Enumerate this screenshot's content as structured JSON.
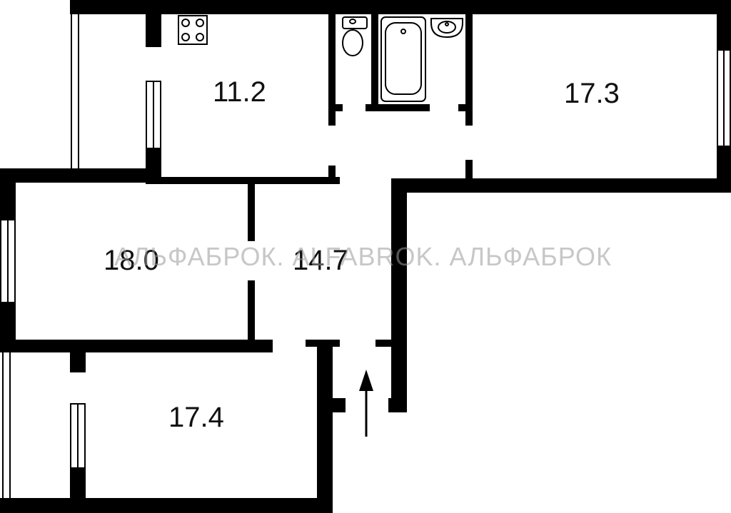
{
  "rooms": [
    {
      "id": "kitchen",
      "label": "11.2"
    },
    {
      "id": "room-right",
      "label": "17.3"
    },
    {
      "id": "room-left",
      "label": "18.0"
    },
    {
      "id": "hall",
      "label": "14.7"
    },
    {
      "id": "room-bottom",
      "label": "17.4"
    }
  ],
  "watermark": {
    "text": "АЛЬФАБРОК. ALFABROK. АЛЬФАБРОК"
  },
  "colors": {
    "wall": "#000000",
    "background": "#ffffff",
    "watermark": "#9a9a9a"
  },
  "icons": [
    "stove-icon",
    "toilet-icon",
    "bathtub-icon",
    "sink-icon",
    "entrance-arrow-icon"
  ]
}
